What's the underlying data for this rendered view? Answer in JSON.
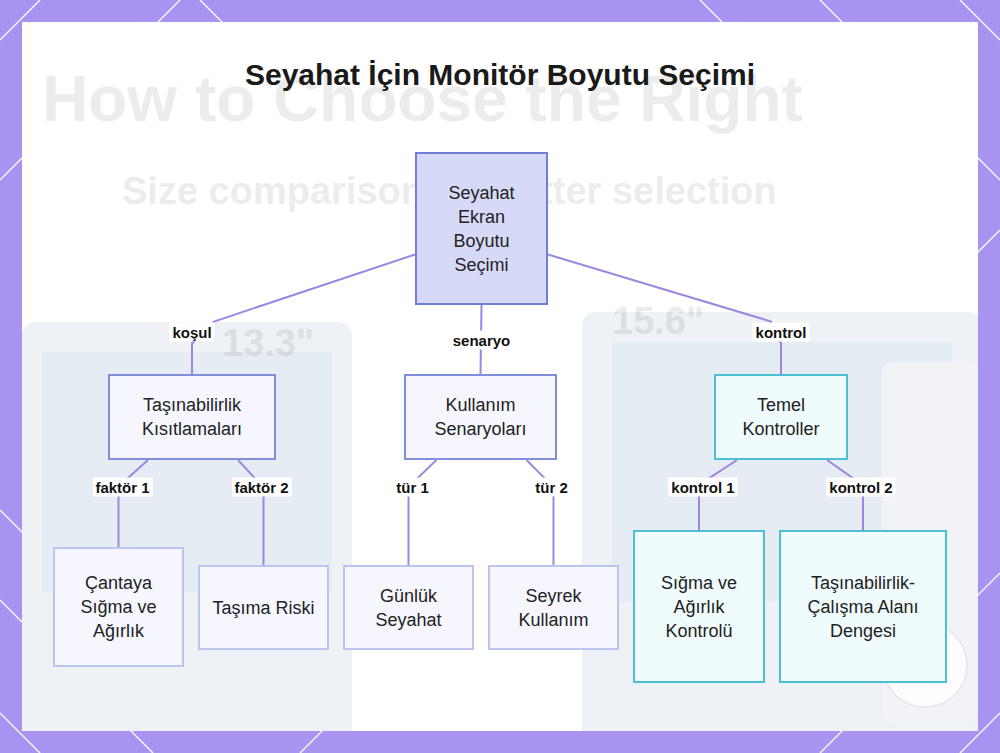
{
  "diagram": {
    "title": "Seyahat İçin Monitör Boyutu Seçimi",
    "nodes": [
      {
        "text": [
          "Seyahat Ekran Boyutu Seçimi"
        ]
      },
      {
        "text": [
          "Taşınabilirlik Kısıtlamaları"
        ]
      },
      {
        "text": [
          "Kullanım Senaryoları"
        ]
      },
      {
        "text": [
          "Temel Kontroller"
        ]
      },
      {
        "text": [
          "Çantaya Sığma ve Ağırlık"
        ]
      },
      {
        "text": [
          "Taşıma Riski"
        ]
      },
      {
        "text": [
          "Günlük Seyahat"
        ]
      },
      {
        "text": [
          "Seyrek Kullanım"
        ]
      },
      {
        "text": [
          "Sığma ve Ağırlık Kontrolü"
        ]
      },
      {
        "text": [
          "Taşınabilirlik-Çalışma Alanı Dengesi"
        ]
      }
    ],
    "edges": [
      {
        "from": 0,
        "to": 1,
        "label": "koşul",
        "arrow": "none"
      },
      {
        "from": 0,
        "to": 2,
        "label": "senaryo",
        "arrow": "none"
      },
      {
        "from": 0,
        "to": 3,
        "label": "kontrol",
        "arrow": "none"
      },
      {
        "from": 1,
        "to": 4,
        "label": "faktör 1",
        "arrow": "none"
      },
      {
        "from": 1,
        "to": 5,
        "label": "faktör 2",
        "arrow": "none"
      },
      {
        "from": 2,
        "to": 6,
        "label": "tür 1",
        "arrow": "none"
      },
      {
        "from": 2,
        "to": 7,
        "label": "tür 2",
        "arrow": "none"
      },
      {
        "from": 3,
        "to": 8,
        "label": "kontrol 1",
        "arrow": "none"
      },
      {
        "from": 3,
        "to": 9,
        "label": "kontrol 2",
        "arrow": "none"
      }
    ],
    "labels": [
      "How to Choose the Right",
      "Size comparison for better selection",
      "13.3\"",
      "15.6\""
    ]
  }
}
